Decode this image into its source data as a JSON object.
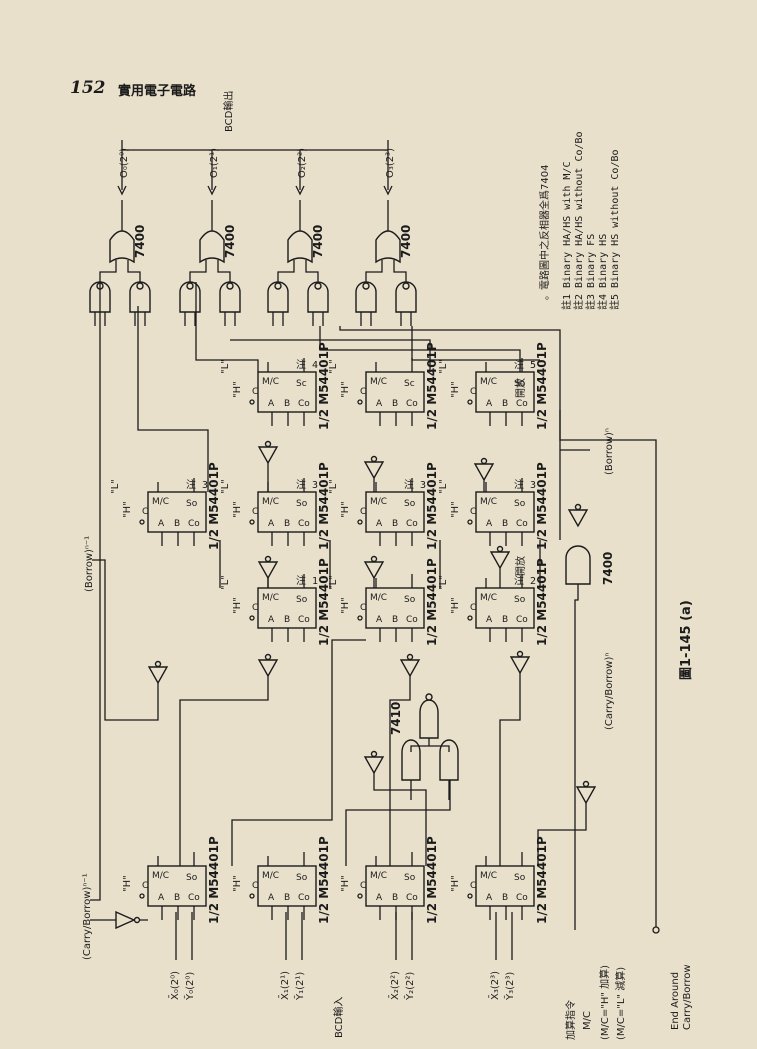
{
  "header": {
    "page_number": "152",
    "book_title": "實用電子電路"
  },
  "chip_label": "1/2 M54401P",
  "pins": {
    "mc": "M/C",
    "c": "C",
    "so": "So",
    "sc": "Sc",
    "a": "A",
    "b": "B",
    "co": "Co"
  },
  "gate_labels": {
    "nand": "7400",
    "nand3": "7410"
  },
  "levels": {
    "h": "\"H\"",
    "l": "\"L\""
  },
  "signals": {
    "carry_borrow_in": "(Carry/Borrow)ⁿ⁻¹",
    "borrow_in": "(Borrow)ⁿ⁻¹",
    "carry_borrow_out": "(Carry/Borrow)ⁿ",
    "borrow_out": "(Borrow)ⁿ",
    "end_around": "End Around",
    "end_around2": "Carry/Borrow"
  },
  "inputs": {
    "x0": "X̄₀(2⁰)",
    "y0": "Ȳ₀(2⁰)",
    "x1": "X̄₁(2¹)",
    "y1": "Ȳ₁(2¹)",
    "x2": "X̄₂(2²)",
    "y2": "Ȳ₂(2²)",
    "x3": "X̄₃(2³)",
    "y3": "Ȳ₃(2³)",
    "group": "BCD輸入"
  },
  "outputs": {
    "o0": "O₀(2⁰)",
    "o1": "O₁(2¹)",
    "o2": "O₂(2²)",
    "o3": "O₃(2³)",
    "group": "BCD輸出"
  },
  "command": {
    "title": "加算指令",
    "mc": "M/C",
    "add": "(M/C=\"H\" 加算)",
    "sub": "(M/C=\"L\" 減算)"
  },
  "notes": {
    "n1": "注 1",
    "n2": "注 2",
    "n3": "注 3",
    "n4": "注 4",
    "n5": "注 5",
    "open": "開放",
    "inverter_note": "。電路圖中之反相器全爲7404",
    "legend": [
      "註1 Binary HA/HS with M/C",
      "註2 Binary HA/HS without Co/Bo",
      "註3 Binary FS",
      "註4 Binary HS",
      "註5 Binary HS without Co/Bo"
    ]
  },
  "caption": "圖1-145 (a)"
}
